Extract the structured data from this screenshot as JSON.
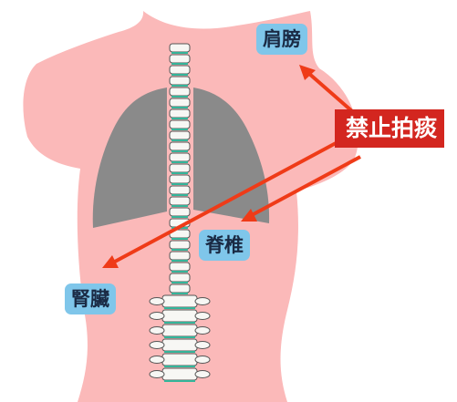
{
  "labels": {
    "shoulder": "肩膀",
    "spine": "脊椎",
    "kidney": "腎臟",
    "warning": "禁止拍痰"
  },
  "colors": {
    "body_skin": "#fbb9b9",
    "lung": "#8a8a8a",
    "label_bg": "#7fc6ea",
    "label_text": "#1a2a44",
    "warning_bg": "#d3261f",
    "warning_text": "#ffffff",
    "arrow": "#ef3b18",
    "spine_joint": "#33b59a"
  }
}
